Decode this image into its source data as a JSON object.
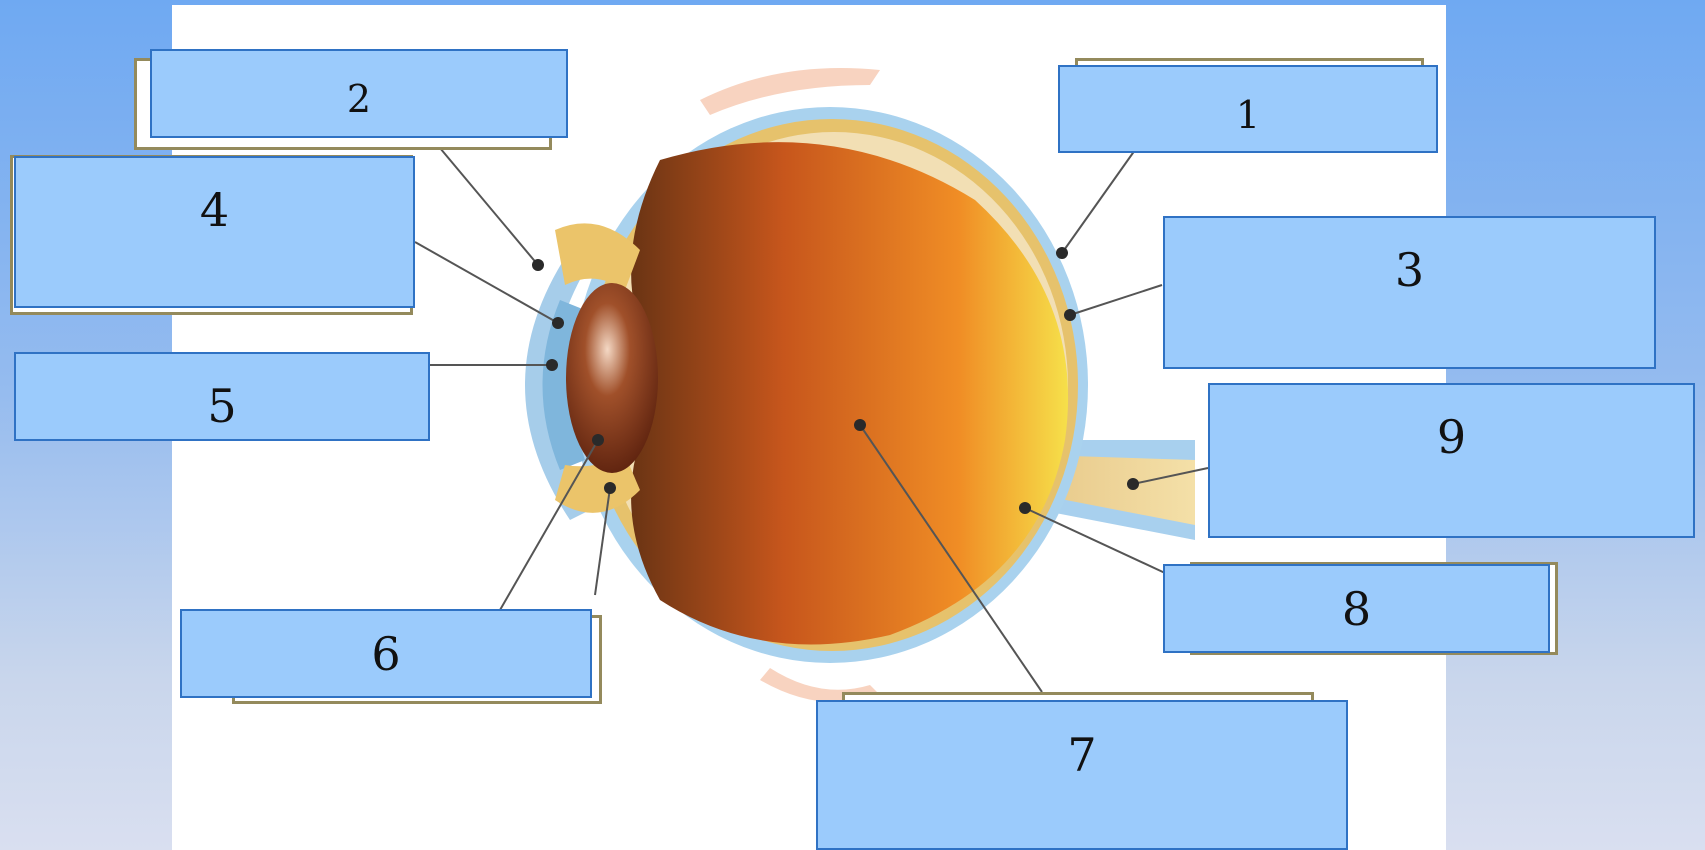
{
  "diagram": {
    "background_color": "#6fa9f2",
    "panel_color": "#ffffff",
    "box_fill": "#9bcbfc",
    "box_border": "#2f72c4",
    "shadow_border": "#948a5c",
    "leader_color": "#555555",
    "labels": [
      "1",
      "2",
      "3",
      "4",
      "5",
      "6",
      "7",
      "8",
      "9"
    ]
  }
}
